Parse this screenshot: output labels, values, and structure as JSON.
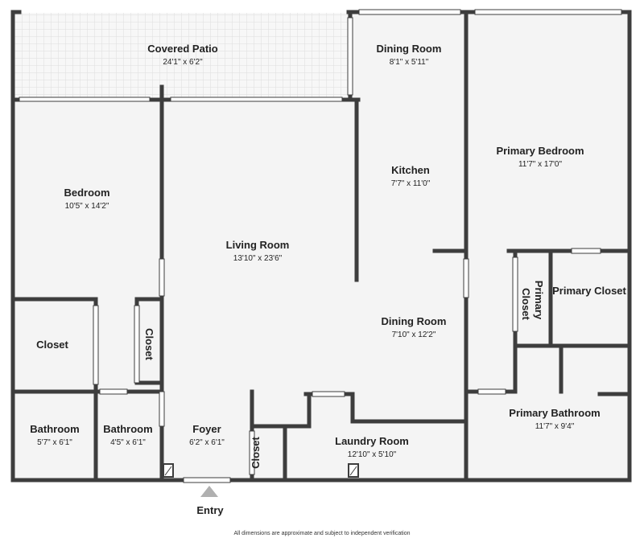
{
  "plan": {
    "colors": {
      "wall": "#3d3d3d",
      "floor": "#f4f4f4",
      "window": "#ffffff",
      "patio_grid": "#dddddd",
      "entry_arrow": "#b0b0b0"
    },
    "rooms": {
      "covered_patio": {
        "name": "Covered Patio",
        "dims": "24'1\" x 6'2\""
      },
      "dining_room_top": {
        "name": "Dining Room",
        "dims": "8'1\" x 5'11\""
      },
      "primary_bedroom": {
        "name": "Primary Bedroom",
        "dims": "11'7\" x 17'0\""
      },
      "kitchen": {
        "name": "Kitchen",
        "dims": "7'7\" x 11'0\""
      },
      "bedroom": {
        "name": "Bedroom",
        "dims": "10'5\" x 14'2\""
      },
      "living_room": {
        "name": "Living Room",
        "dims": "13'10\" x 23'6\""
      },
      "dining_room_mid": {
        "name": "Dining Room",
        "dims": "7'10\" x 12'2\""
      },
      "primary_closet_small_line1": {
        "name": "Primary"
      },
      "primary_closet_small_line2": {
        "name": "Closet"
      },
      "primary_closet": {
        "name": "Primary Closet"
      },
      "closet_left": {
        "name": "Closet"
      },
      "closet_vertical": {
        "name": "Closet"
      },
      "primary_bathroom": {
        "name": "Primary Bathroom",
        "dims": "11'7\" x 9'4\""
      },
      "bathroom_1": {
        "name": "Bathroom",
        "dims": "5'7\" x 6'1\""
      },
      "bathroom_2": {
        "name": "Bathroom",
        "dims": "4'5\" x 6'1\""
      },
      "foyer": {
        "name": "Foyer",
        "dims": "6'2\" x 6'1\""
      },
      "closet_foyer": {
        "name": "Closet"
      },
      "laundry_room": {
        "name": "Laundry Room",
        "dims": "12'10\" x 5'10\""
      }
    },
    "entry_label": "Entry",
    "disclaimer": "All dimensions are approximate and subject to independent verification"
  }
}
